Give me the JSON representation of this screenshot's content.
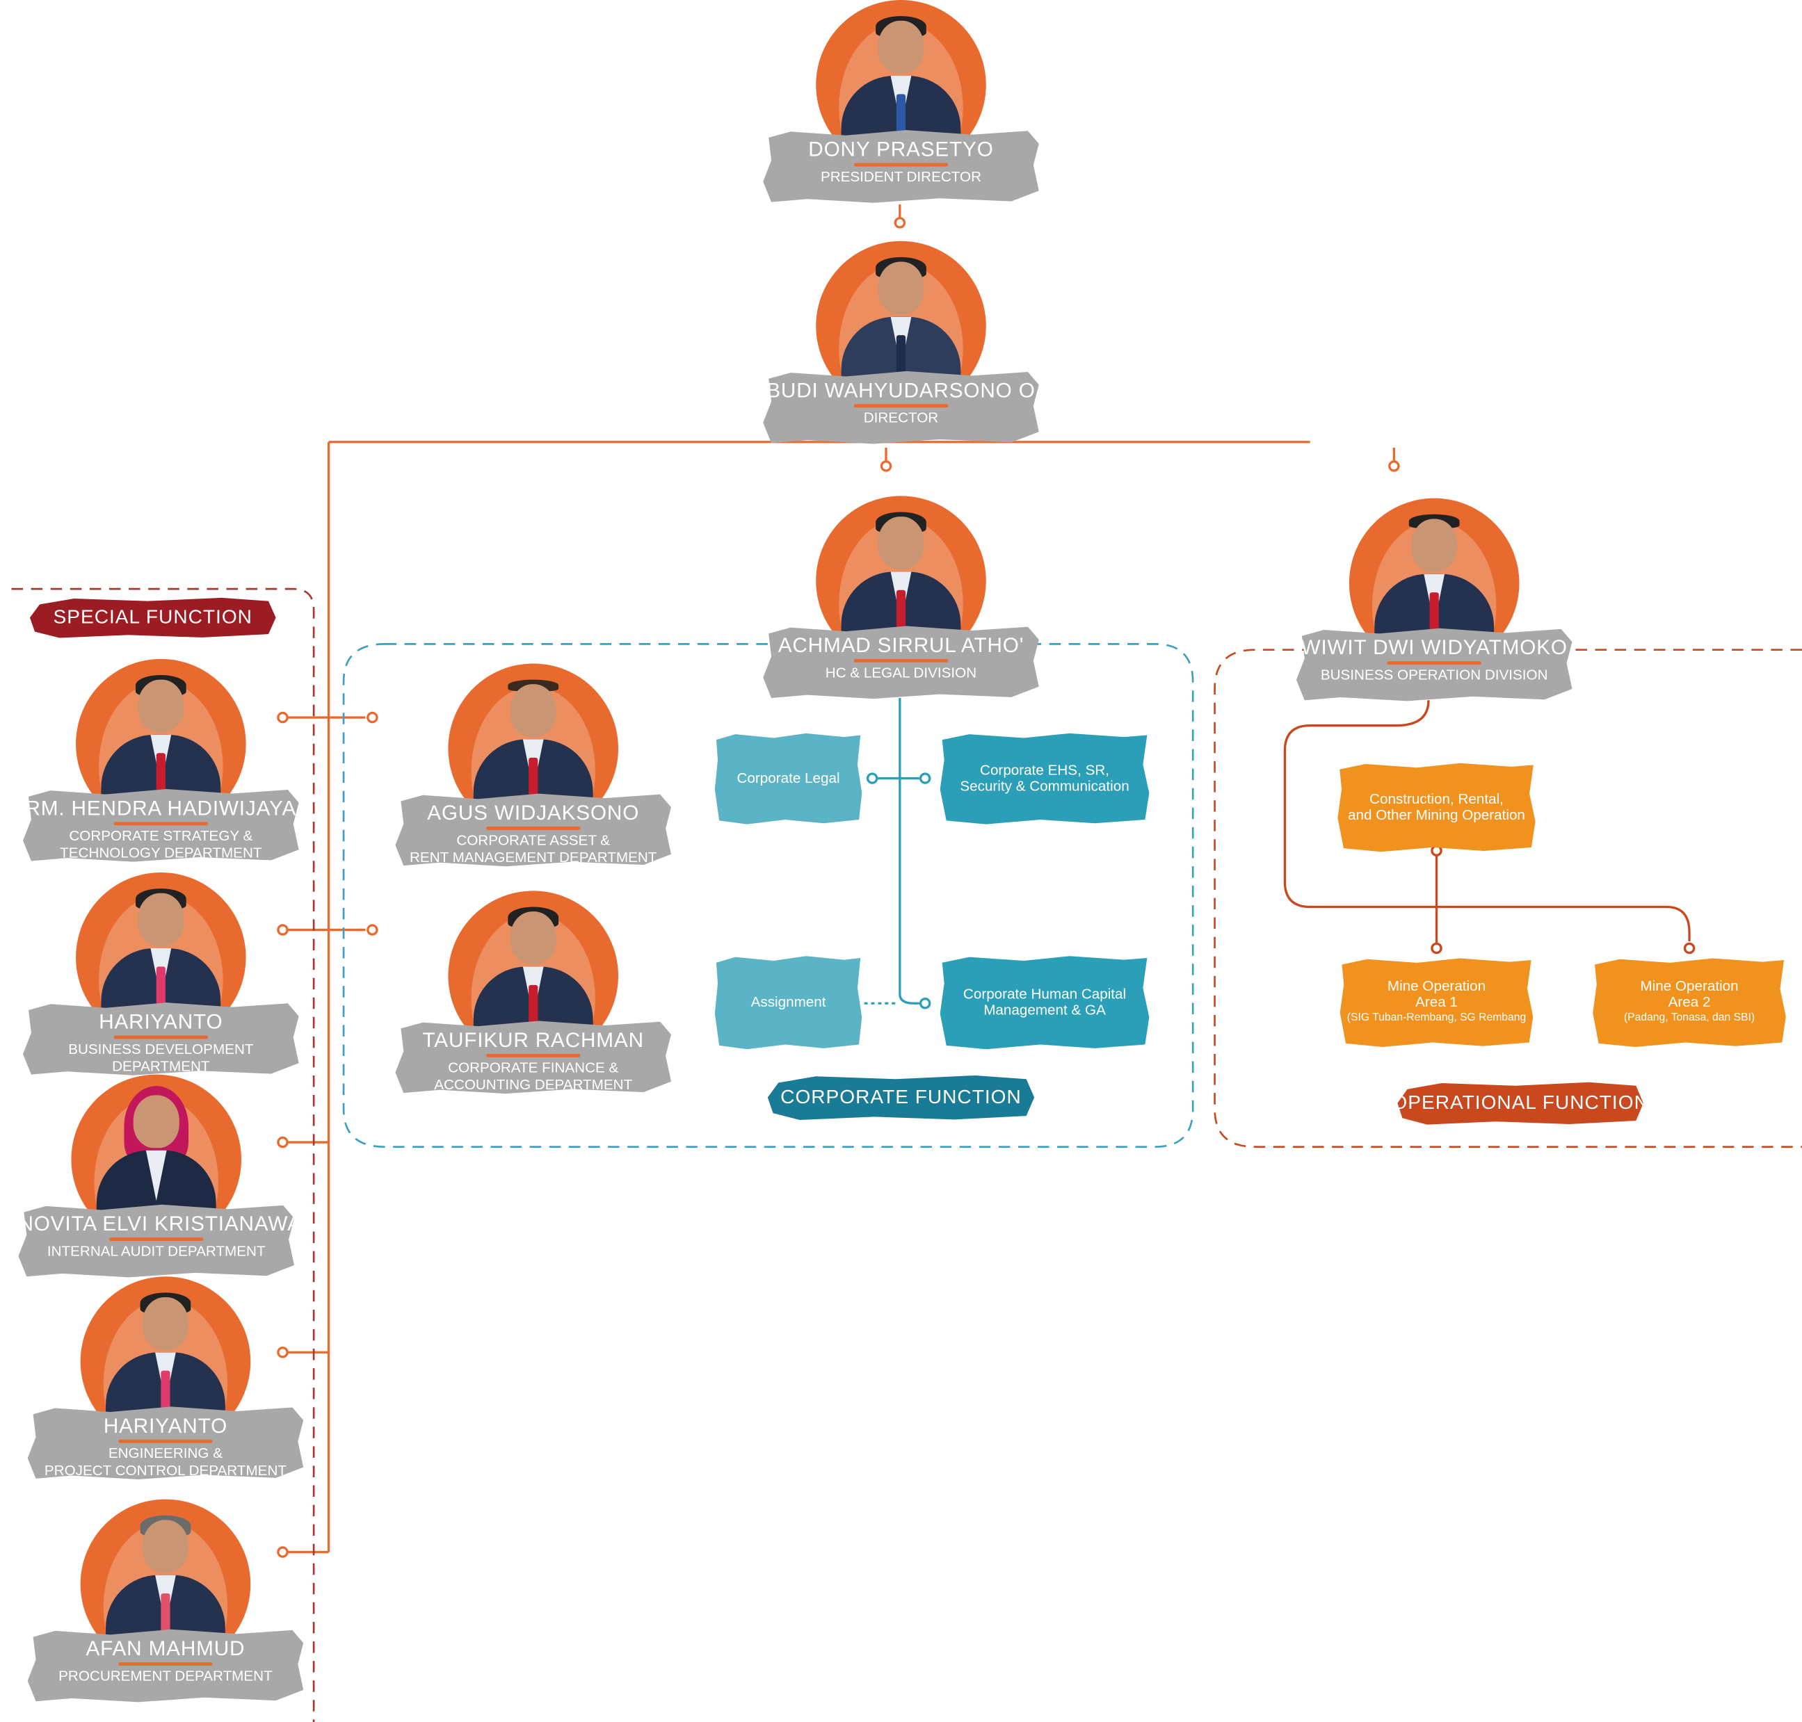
{
  "people": {
    "president": {
      "name": "DONY PRASETYO",
      "title": "PRESIDENT DIRECTOR"
    },
    "director": {
      "name": "BUDI WAHYUDARSONO O",
      "title": "DIRECTOR"
    },
    "hc_legal": {
      "name": "ACHMAD SIRRUL ATHO'",
      "title": "HC & LEGAL DIVISION"
    },
    "business_op": {
      "name": "WIWIT DWI WIDYATMOKO",
      "title": "BUSINESS OPERATION DIVISION"
    },
    "asset": {
      "name": "AGUS WIDJAKSONO",
      "title": "CORPORATE ASSET &\nRENT MANAGEMENT DEPARTMENT"
    },
    "finance": {
      "name": "TAUFIKUR RACHMAN",
      "title": "CORPORATE FINANCE &\nACCOUNTING DEPARTMENT"
    },
    "strategy": {
      "name": "RM. HENDRA HADIWIJAYA",
      "title": "CORPORATE STRATEGY &\nTECHNOLOGY DEPARTMENT"
    },
    "bizdev": {
      "name": "HARIYANTO",
      "title": "BUSINESS DEVELOPMENT DEPARTMENT"
    },
    "audit": {
      "name": "NOVITA ELVI KRISTIANAWA",
      "title": "INTERNAL AUDIT DEPARTMENT"
    },
    "engineering": {
      "name": "HARIYANTO",
      "title": "ENGINEERING &\nPROJECT CONTROL DEPARTMENT"
    },
    "procurement": {
      "name": "AFAN MAHMUD",
      "title": "PROCUREMENT DEPARTMENT"
    }
  },
  "units": {
    "corporate_legal": "Corporate Legal",
    "corporate_ehs": "Corporate EHS, SR,\nSecurity & Communication",
    "assignment": "Assignment",
    "corporate_hc": "Corporate Human Capital\nManagement & GA",
    "construction": "Construction, Rental,\nand Other Mining Operation",
    "mine1_title": "Mine Operation\nArea 1",
    "mine1_sub": "(SIG Tuban-Rembang, SG Rembang",
    "mine2_title": "Mine Operation\nArea 2",
    "mine2_sub": "(Padang, Tonasa, dan SBI)"
  },
  "banners": {
    "special": "SPECIAL FUNCTION",
    "corporate": "CORPORATE FUNCTION",
    "operational": "OPERATIONAL FUNCTION"
  },
  "colors": {
    "accent_orange": "#e96a2f",
    "special_red": "#9b1c22",
    "corporate_blue": "#197b96",
    "teal_box": "#2c9fb8",
    "light_teal_box": "#5ab4c6",
    "operation_orange": "#f0921d",
    "operational_banner": "#c9481e",
    "plate_gray": "#a8a8a8"
  }
}
